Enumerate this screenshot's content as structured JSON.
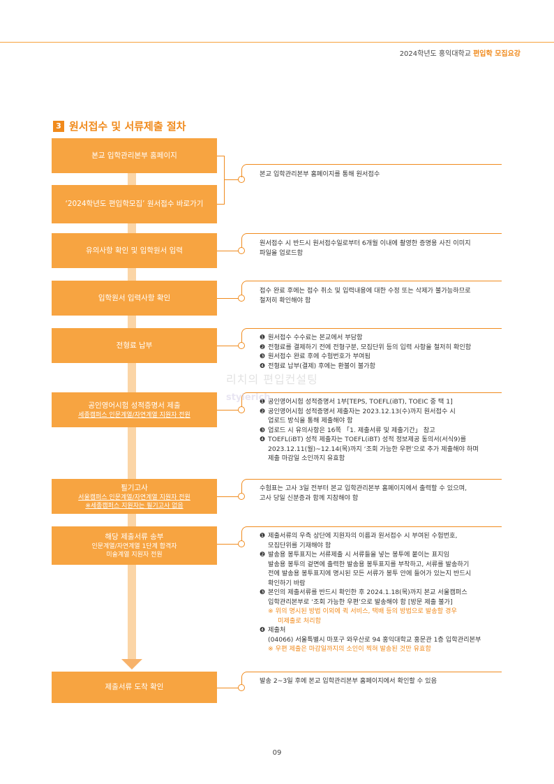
{
  "header": {
    "prefix": "2024학년도 홍익대학교 ",
    "accent": "편입학 모집요강"
  },
  "section": {
    "number": "3",
    "title": "원서접수 및 서류제출 절차"
  },
  "steps": [
    {
      "title": "본교 입학관리본부 홈페이지"
    },
    {
      "title": "‘2024학년도 편입학모집’ 원서접수 바로가기"
    },
    {
      "title": "유의사항 확인 및 입학원서 입력"
    },
    {
      "title": "입학원서 입력사항 확인"
    },
    {
      "title": "전형료 납부"
    },
    {
      "title": "공인영어시험 성적증명서 제출",
      "sub1": "세종캠퍼스 인문계열/자연계열 지원자 전원"
    },
    {
      "title": "필기고사",
      "sub1": "서울캠퍼스 인문계열/자연계열 지원자 전원",
      "sub2": "※세종캠퍼스 지원자는 필기고사 없음"
    },
    {
      "title": "해당 제출서류 송부",
      "sub1": "인문계열/자연계열 1단계 합격자",
      "sub2": "미술계열 지원자 전원"
    },
    {
      "title": "제출서류 도착 확인"
    }
  ],
  "descs": {
    "d1": "본교 입학관리본부 홈페이지를 통해 원서접수",
    "d2": [
      "원서접수 시 반드시 원서접수일로부터 6개월 이내에 촬영한 증명용 사진 이미지",
      "파일을 업로드함"
    ],
    "d3": [
      "접수 완료 후에는 접수 취소 및 입력내용에 대한 수정 또는 삭제가 불가능하므로",
      "철저히 확인해야 함"
    ],
    "d4": [
      {
        "n": "❶",
        "t": "원서접수 수수료는 본교에서 부담함"
      },
      {
        "n": "❷",
        "t": "전형료를 결제하기 전에 전형구분, 모집단위 등의 입력 사항을 철저히 확인함"
      },
      {
        "n": "❸",
        "t": "원서접수 완료 후에 수험번호가 부여됨"
      },
      {
        "n": "❹",
        "t": "전형료 납부(결제) 후에는 환불이 불가함"
      }
    ],
    "d5": [
      {
        "n": "❶",
        "t": "공인영어시험 성적증명서 1부[TEPS, TOEFL(iBT), TOEIC 중 택 1]"
      },
      {
        "n": "❷",
        "t": "공인영어시험 성적증명서 제출자는 2023.12.13(수)까지 원서접수 시",
        "t2": "업로드 방식을 통해 제출해야 함"
      },
      {
        "n": "❸",
        "t": "업로드 시 유의사항은 16쪽 「1. 제출서류 및 제출기간」 참고"
      },
      {
        "n": "❹",
        "t": "TOEFL(iBT) 성적 제출자는 TOEFL(iBT) 성적 정보제공 동의서(서식9)를",
        "t2": "2023.12.11(월)~12.14(목)까지 ‘조회 가능한 우편’으로 추가 제출해야 하며",
        "t3": "제출 마감일 소인까지 유효함"
      }
    ],
    "d6": [
      "수험표는 고사 3일 전부터 본교 입학관리본부 홈페이지에서 출력할 수 있으며,",
      "고사 당일 신분증과 함께 지참해야 함"
    ],
    "d7": {
      "i1": {
        "n": "❶",
        "t": "제출서류의 우측 상단에 지원자의 이름과 원서접수 시 부여된 수험번호,",
        "t2": "모집단위를 기재해야 함"
      },
      "i2": {
        "n": "❷",
        "t": "발송용 봉투표지는 서류제출 시 서류들을 넣는 봉투에 붙이는 표지임",
        "t2": "발송용 봉투의 겉면에 출력한 발송용 봉투표지를 부착하고, 서류를 발송하기",
        "t3": "전에 발송용 봉투표지에 명시된 모든 서류가 봉투 안에 들어가 있는지 반드시",
        "t4": "확인하기 바람"
      },
      "i3": {
        "n": "❸",
        "t": "본인의 제출서류를 반드시 확인한 후 2024.1.18(목)까지 본교 서울캠퍼스",
        "t2": "입학관리본부로 ‘조회 가능한 우편’으로 발송해야 함 [방문 제출 불가]"
      },
      "note1": "※ 위의 명시된 방법 이외에 퀵 서비스, 택배 등의 방법으로 발송할 경우",
      "note1b": "미제출로 처리함",
      "i4": {
        "n": "❹",
        "t": "제출처",
        "t2": "(04066) 서울특별시 마포구 와우산로 94 홍익대학교 홍문관 1층 입학관리본부"
      },
      "note2": "※ 우편 제출은 마감일까지의 소인이 찍혀 발송된 것만 유효함"
    },
    "d8": "발송 2~3일 후에 본교 입학관리본부 홈페이지에서 확인할 수 있음"
  },
  "watermark": {
    "line1": "리치의 편입컨설팅",
    "line2": "stylerich"
  },
  "page_number": "09"
}
